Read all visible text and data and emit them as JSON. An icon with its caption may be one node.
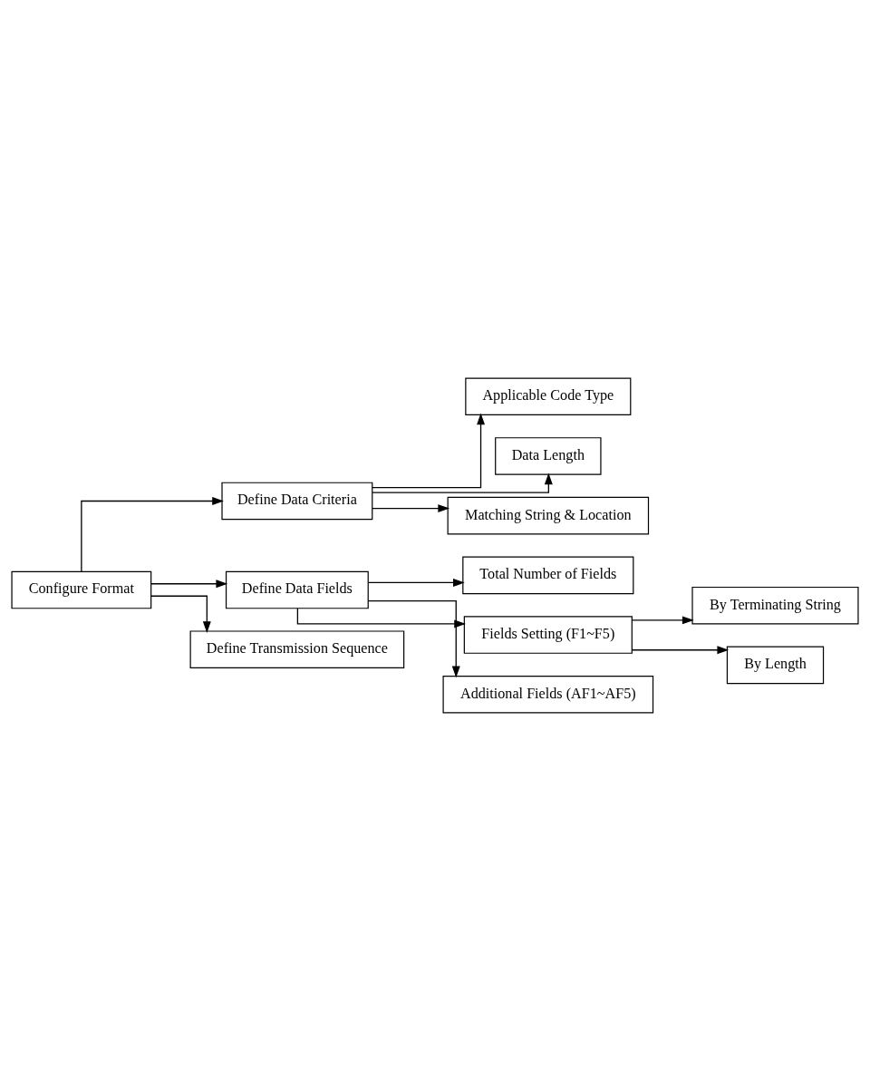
{
  "diagram": {
    "nodes": [
      {
        "text": [
          "Configure Format"
        ]
      },
      {
        "text": [
          "Define Data Criteria"
        ]
      },
      {
        "text": [
          "Applicable Code Type"
        ]
      },
      {
        "text": [
          "Data Length"
        ]
      },
      {
        "text": [
          "Matching String & Location"
        ]
      },
      {
        "text": [
          "Define Data Fields"
        ]
      },
      {
        "text": [
          "Total Number of Fields"
        ]
      },
      {
        "text": [
          "Fields Setting (F1~F5)"
        ]
      },
      {
        "text": [
          "By Terminating String"
        ]
      },
      {
        "text": [
          "By Length"
        ]
      },
      {
        "text": [
          "Additional Fields (AF1~AF5)"
        ]
      },
      {
        "text": [
          "Define Transmission Sequence"
        ]
      }
    ],
    "edges": [
      {
        "from": 0,
        "to": 1,
        "arrow": "to"
      },
      {
        "from": 1,
        "to": 2,
        "arrow": "to"
      },
      {
        "from": 1,
        "to": 3,
        "arrow": "to"
      },
      {
        "from": 1,
        "to": 4,
        "arrow": "to"
      },
      {
        "from": 0,
        "to": 5,
        "arrow": "to"
      },
      {
        "from": 5,
        "to": 6,
        "arrow": "to"
      },
      {
        "from": 5,
        "to": 7,
        "arrow": "to"
      },
      {
        "from": 7,
        "to": 8,
        "arrow": "to"
      },
      {
        "from": 7,
        "to": 9,
        "arrow": "to"
      },
      {
        "from": 5,
        "to": 10,
        "arrow": "to"
      },
      {
        "from": 0,
        "to": 11,
        "arrow": "to"
      }
    ]
  }
}
